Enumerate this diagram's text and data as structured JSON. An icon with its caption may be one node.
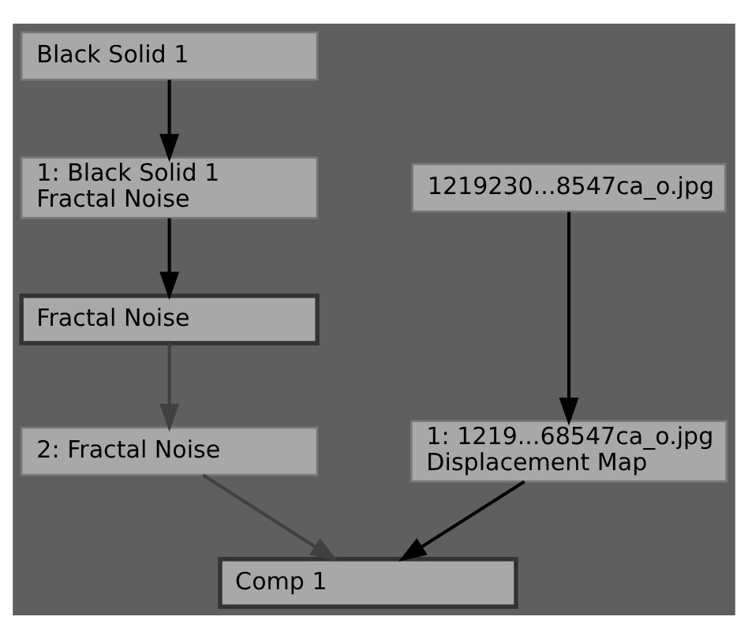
{
  "diagram": {
    "nodes": [
      {
        "text": [
          "Black Solid 1"
        ]
      },
      {
        "text": [
          "1219230...8547ca_o.jpg"
        ]
      },
      {
        "text": [
          "1: Black Solid 1",
          "Fractal Noise"
        ]
      },
      {
        "text": [
          "1: 1219...68547ca_o.jpg",
          "Displacement Map"
        ]
      },
      {
        "text": [
          "Fractal Noise"
        ]
      },
      {
        "text": [
          "2: Fractal Noise"
        ]
      },
      {
        "text": [
          "Comp 1"
        ]
      }
    ],
    "edges": [
      {
        "from": 0,
        "to": 2,
        "arrow": "to"
      },
      {
        "from": 2,
        "to": 4,
        "arrow": "to"
      },
      {
        "from": 1,
        "to": 3,
        "arrow": "to"
      },
      {
        "from": 3,
        "to": 6,
        "arrow": "to"
      },
      {
        "from": 4,
        "to": 5,
        "arrow": "to",
        "color": "#404040"
      },
      {
        "from": 5,
        "to": 6,
        "arrow": "to",
        "color": "#404040"
      }
    ]
  }
}
